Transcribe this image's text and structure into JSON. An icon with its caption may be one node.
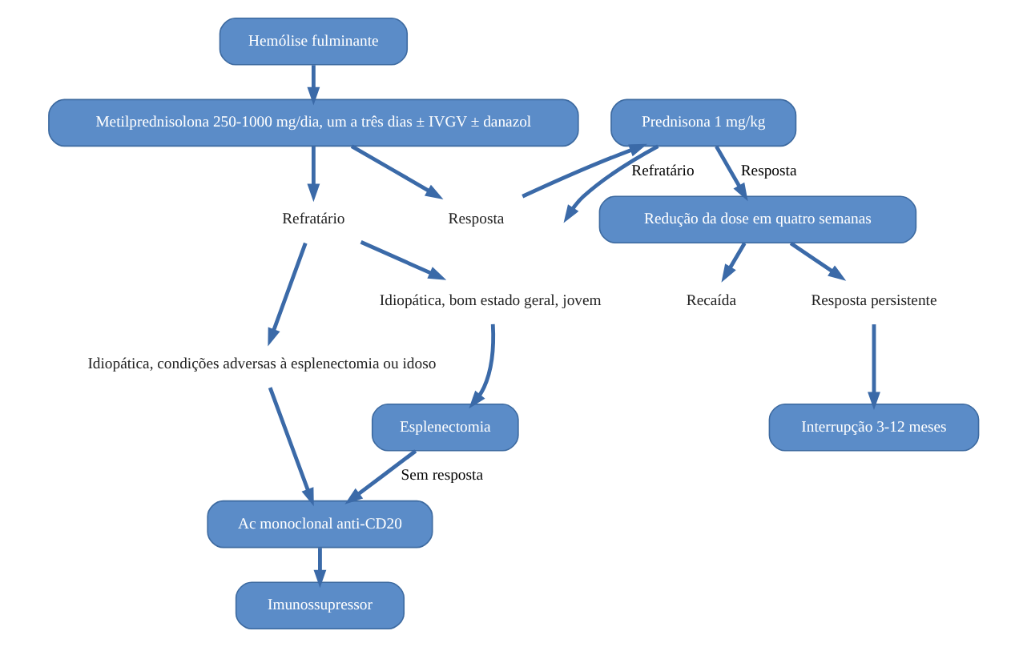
{
  "diagram": {
    "nodes": [
      {
        "text": [
          "Hemólise fulminante"
        ]
      },
      {
        "text": [
          "Metilprednisolona 250-1000 mg/dia, um a três dias ± IVGV ± danazol"
        ]
      },
      {
        "text": [
          "Prednisona 1 mg/kg"
        ]
      },
      {
        "text": [
          "Redução da dose em quatro semanas"
        ]
      },
      {
        "text": [
          "Resposta"
        ]
      },
      {
        "text": [
          "Refratário"
        ]
      },
      {
        "text": [
          "Recaída"
        ]
      },
      {
        "text": [
          "Resposta persistente"
        ]
      },
      {
        "text": [
          "Idiopática, condições adversas à esplenectomia ou idoso"
        ]
      },
      {
        "text": [
          "Idiopática, bom estado geral, jovem"
        ]
      },
      {
        "text": [
          "Interrupção 3-12 meses"
        ]
      },
      {
        "text": [
          "Esplenectomia"
        ]
      },
      {
        "text": [
          "Ac monoclonal anti-CD20"
        ]
      },
      {
        "text": [
          "Imunossupressor"
        ]
      }
    ],
    "edges": [
      {
        "from": 0,
        "to": 1,
        "arrow": "to"
      },
      {
        "from": 1,
        "to": 4,
        "arrow": "to"
      },
      {
        "from": 1,
        "to": 5,
        "arrow": "to"
      },
      {
        "from": 4,
        "to": 2,
        "arrow": "to"
      },
      {
        "from": 2,
        "to": null,
        "arrow": "to",
        "label": "Refratário"
      },
      {
        "from": 2,
        "to": 3,
        "arrow": "to",
        "label": "Resposta"
      },
      {
        "from": 3,
        "to": 6,
        "arrow": "to"
      },
      {
        "from": 3,
        "to": 7,
        "arrow": "to"
      },
      {
        "from": 5,
        "to": 8,
        "arrow": "to"
      },
      {
        "from": 5,
        "to": 9,
        "arrow": "to"
      },
      {
        "from": 7,
        "to": 10,
        "arrow": "to"
      },
      {
        "from": 9,
        "to": 11,
        "arrow": "to"
      },
      {
        "from": 8,
        "to": 12,
        "arrow": "to"
      },
      {
        "from": 11,
        "to": 12,
        "arrow": "to",
        "label": "Sem resposta"
      },
      {
        "from": 12,
        "to": 13,
        "arrow": "to"
      }
    ]
  }
}
